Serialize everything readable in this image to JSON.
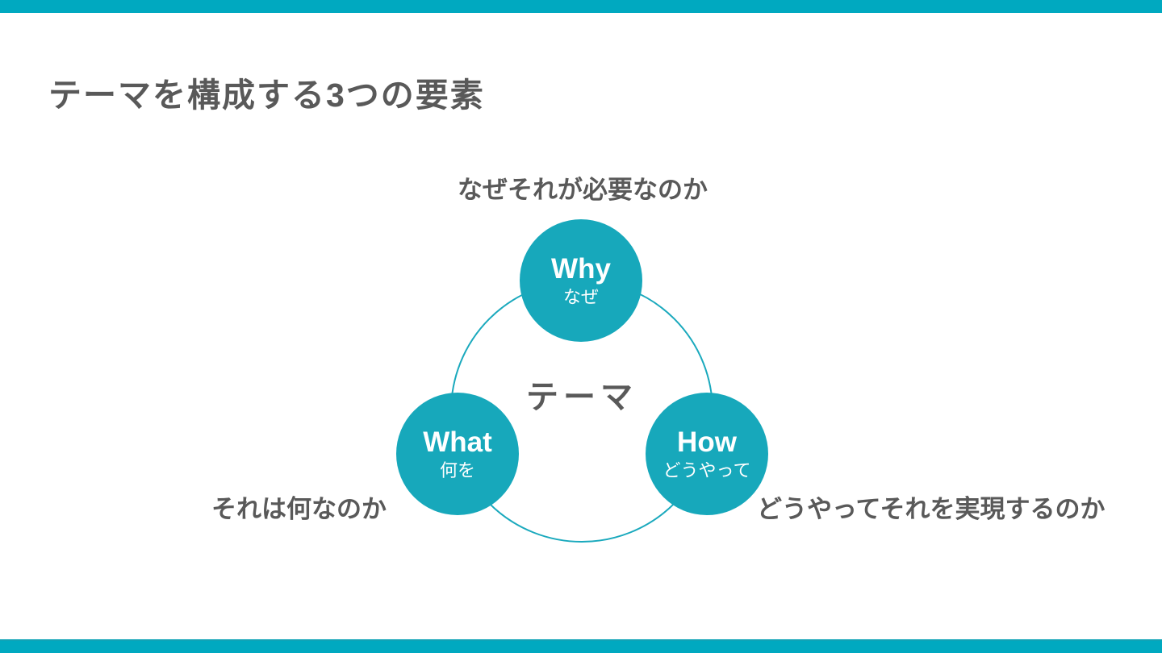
{
  "slide": {
    "title": "テーマを構成する3つの要素",
    "accent_color": "#00a9c0",
    "circle_color": "#17a8bb",
    "text_color": "#595959"
  },
  "diagram": {
    "center_label": "テーマ",
    "nodes": [
      {
        "id": "why",
        "en": "Why",
        "ja": "なぜ",
        "caption": "なぜそれが必要なのか"
      },
      {
        "id": "what",
        "en": "What",
        "ja": "何を",
        "caption": "それは何なのか"
      },
      {
        "id": "how",
        "en": "How",
        "ja": "どうやって",
        "caption": "どうやってそれを実現するのか"
      }
    ]
  }
}
